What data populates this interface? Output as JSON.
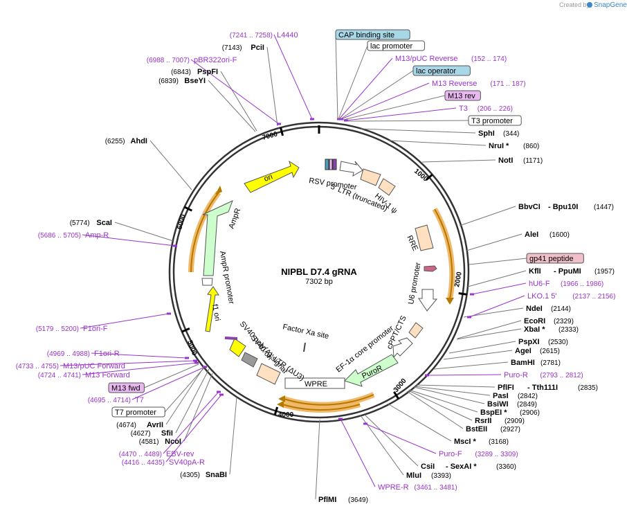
{
  "credit": {
    "prefix": "Created by",
    "brand": "SnapGene"
  },
  "plasmid": {
    "name": "NIPBL D7.4 gRNA",
    "length": "7302 bp",
    "total_bp": 7302
  },
  "ticks": [
    1000,
    2000,
    3000,
    4000,
    5000,
    6000,
    7000
  ],
  "colors": {
    "primer": "#9933cc",
    "promoter": "#ffffff",
    "ori": "#ffff00",
    "resistance": "#ccffcc",
    "ltr": "#ffe0c0",
    "orf_highlight": "#f0b868",
    "orf_dark": "#b47a00"
  },
  "sites": [
    {
      "name": "PciI",
      "pos": "(7143)"
    },
    {
      "name": "PspFI",
      "pos": "(6843)"
    },
    {
      "name": "BseYI",
      "pos": "(6839)"
    },
    {
      "name": "AhdI",
      "pos": "(6255)"
    },
    {
      "name": "ScaI",
      "pos": "(5774)"
    },
    {
      "name": "SphI",
      "pos": "(344)"
    },
    {
      "name": "NruI *",
      "pos": "(860)"
    },
    {
      "name": "NotI",
      "pos": "(1171)"
    },
    {
      "name": "BbvCI",
      "extra": "- Bpu10I",
      "pos": "(1447)"
    },
    {
      "name": "AleI",
      "pos": "(1600)"
    },
    {
      "name": "KflI",
      "extra": "- PpuMI",
      "pos": "(1957)"
    },
    {
      "name": "NdeI",
      "pos": "(2144)"
    },
    {
      "name": "EcoRI",
      "pos": "(2329)"
    },
    {
      "name": "XbaI *",
      "pos": "(2333)"
    },
    {
      "name": "PspXI",
      "pos": "(2530)"
    },
    {
      "name": "AgeI",
      "pos": "(2615)"
    },
    {
      "name": "BamHI",
      "pos": "(2781)"
    },
    {
      "name": "PflFI",
      "extra": "- Tth111I",
      "pos": "(2835)"
    },
    {
      "name": "PasI",
      "pos": "(2842)"
    },
    {
      "name": "BsiWI",
      "pos": "(2849)"
    },
    {
      "name": "BspEI *",
      "pos": "(2906)"
    },
    {
      "name": "RsrII",
      "pos": "(2909)"
    },
    {
      "name": "BstEII",
      "pos": "(2927)"
    },
    {
      "name": "MscI *",
      "pos": "(3168)"
    },
    {
      "name": "CsiI",
      "extra": "- SexAI *",
      "pos": "(3360)"
    },
    {
      "name": "MluI",
      "pos": "(3393)"
    },
    {
      "name": "PflMI",
      "pos": "(3649)"
    },
    {
      "name": "AvrII",
      "pos": "(4674)"
    },
    {
      "name": "SfiI",
      "pos": "(4627)"
    },
    {
      "name": "NcoI",
      "pos": "(4581)"
    },
    {
      "name": "SnaBI",
      "pos": "(4305)"
    }
  ],
  "primers": [
    {
      "name": "L4440",
      "pos": "(7241 .. 7258)"
    },
    {
      "name": "pBR322ori-F",
      "pos": "(6988 .. 7007)"
    },
    {
      "name": "Amp-R",
      "pos": "(5686 .. 5705)"
    },
    {
      "name": "F1ori-F",
      "pos": "(5179 .. 5200)"
    },
    {
      "name": "F1ori-R",
      "pos": "(4969 .. 4988)"
    },
    {
      "name": "M13/pUC Forward",
      "pos": "(4733 .. 4755)"
    },
    {
      "name": "M13 Forward",
      "pos": "(4724 .. 4741)"
    },
    {
      "name": "T7",
      "pos": "(4695 .. 4714)"
    },
    {
      "name": "EBV-rev",
      "pos": "(4470 .. 4489)"
    },
    {
      "name": "SV40pA-R",
      "pos": "(4416 .. 4435)"
    },
    {
      "name": "M13/pUC Reverse",
      "pos": "(152 .. 174)"
    },
    {
      "name": "M13 Reverse",
      "pos": "(171 .. 187)"
    },
    {
      "name": "T3",
      "pos": "(206 .. 226)"
    },
    {
      "name": "hU6-F",
      "pos": "(1966 .. 1986)"
    },
    {
      "name": "LKO.1 5'",
      "pos": "(2137 .. 2156)"
    },
    {
      "name": "Puro-R",
      "pos": "(2793 .. 2812)"
    },
    {
      "name": "Puro-F",
      "pos": "(3289 .. 3309)"
    },
    {
      "name": "WPRE-R",
      "pos": "(3461 .. 3481)"
    }
  ],
  "boxed_features": [
    {
      "name": "CAP binding site",
      "fill": "#a8d8e8"
    },
    {
      "name": "lac promoter",
      "fill": "#ffffff"
    },
    {
      "name": "lac operator",
      "fill": "#a8d8e8"
    },
    {
      "name": "M13 rev",
      "fill": "#e8b8f0"
    },
    {
      "name": "T3 promoter",
      "fill": "#ffffff"
    },
    {
      "name": "gp41 peptide",
      "fill": "#f0c0c8"
    },
    {
      "name": "M13 fwd",
      "fill": "#e8b8f0"
    },
    {
      "name": "T7 promoter",
      "fill": "#ffffff"
    }
  ],
  "inner_labels": {
    "rsv": "RSV promoter",
    "ltr5": "5' LTR (truncated)",
    "hiv": "HIV-1 ψ",
    "rre": "RRE",
    "u6": "U6 promoter",
    "cppt": "cPPT/CTS",
    "ef1a": "EF-1α core promoter",
    "puror": "PuroR",
    "wpre": "WPRE",
    "ltr3": "3' LTR (ΔU3)",
    "sv40ori": "SV40 ori",
    "sv40pa": "SV40 poly(A) signal",
    "factorxa": "Factor Xa site",
    "f1ori": "f1 ori",
    "amprprom": "AmpR promoter",
    "ampr": "AmpR",
    "ori": "ori"
  }
}
